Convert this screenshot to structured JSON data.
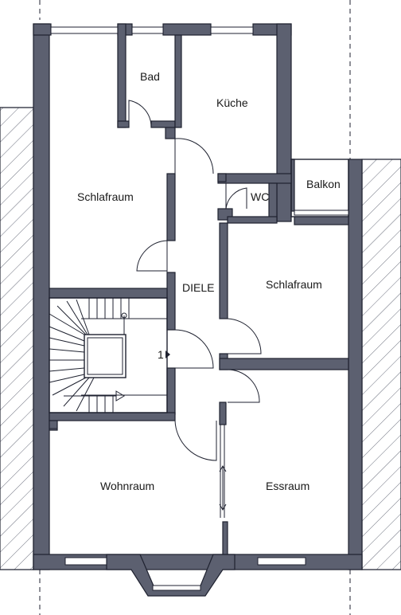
{
  "rooms": {
    "bad": "Bad",
    "kueche": "Küche",
    "schlafraum_left": "Schlafraum",
    "wc": "WC",
    "balkon": "Balkon",
    "diele": "DIELE",
    "schlafraum_right": "Schlafraum",
    "wohnraum": "Wohnraum",
    "essraum": "Essraum"
  },
  "stair_marker": "1"
}
